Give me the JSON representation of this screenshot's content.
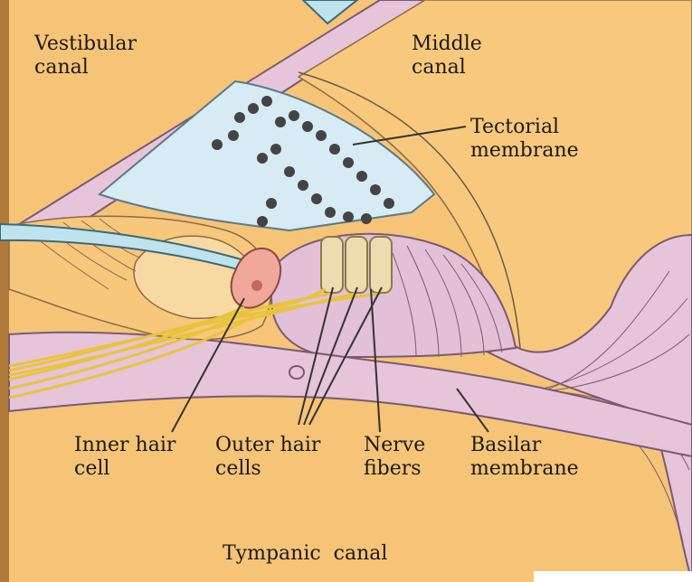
{
  "colors": {
    "canal": "#f6c477",
    "membrane": "#e6c4da",
    "membrane_stroke": "#7a5a72",
    "tectorial": "#d6ebf3",
    "inner_hair_cell": "#f0a89a",
    "outer_hair_cell": "#ecdcae",
    "nerve": "#e8c43a",
    "leader": "#333333"
  },
  "labels": {
    "vestibular": "Vestibular",
    "vestibular2": "canal",
    "middle": "Middle",
    "middle2": "canal",
    "tectorial": "Tectorial",
    "tectorial2": "membrane",
    "inner_hair": "Inner hair",
    "inner_hair2": "cell",
    "outer_hair": "Outer hair",
    "outer_hair2": "cells",
    "nerve": "Nerve",
    "nerve2": "fibers",
    "basilar": "Basilar",
    "basilar2": "membrane",
    "tympanic": "Tympanic  canal"
  }
}
